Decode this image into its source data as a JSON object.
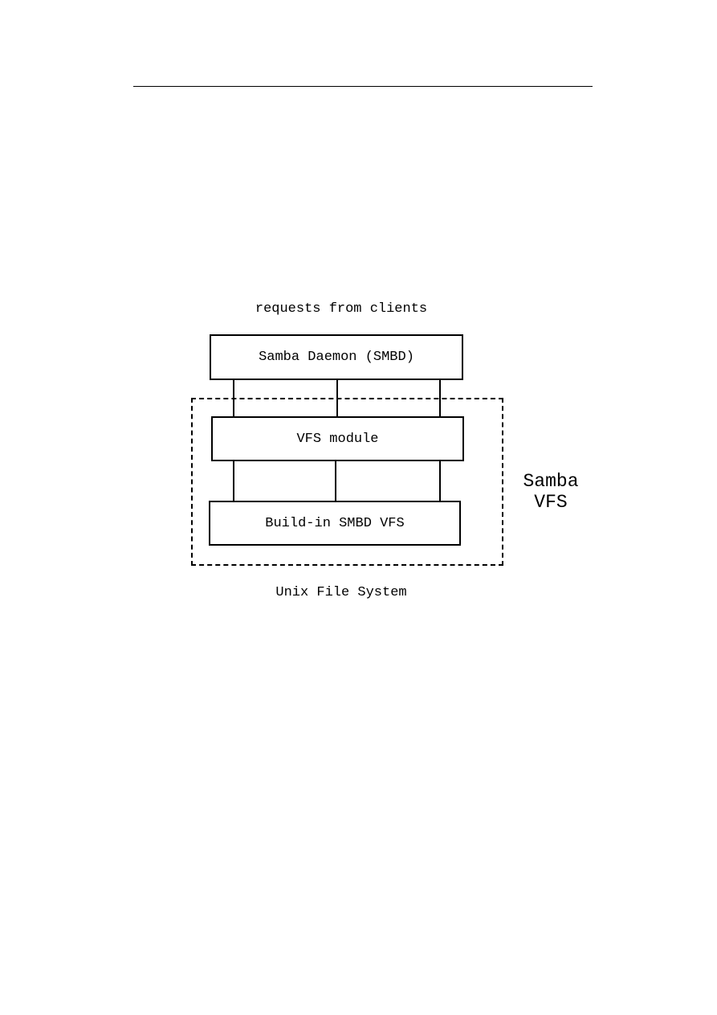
{
  "diagram": {
    "top_label": "requests from clients",
    "daemon_box": "Samba Daemon (SMBD)",
    "vfs_module_box": "VFS module",
    "builtin_box": "Build-in SMBD VFS",
    "region_label_line1": "Samba",
    "region_label_line2": "VFS",
    "bottom_label": "Unix File System"
  }
}
